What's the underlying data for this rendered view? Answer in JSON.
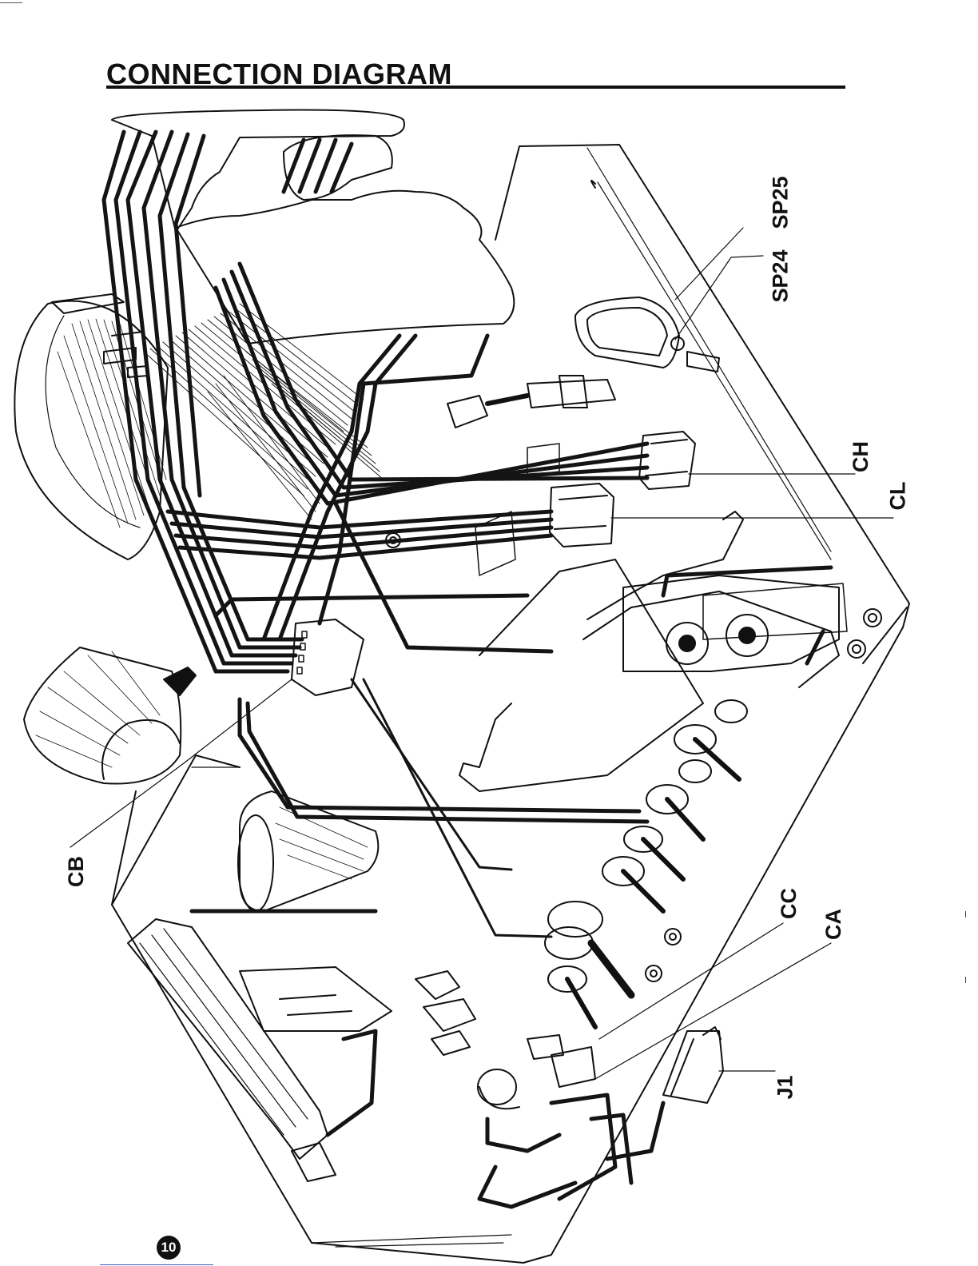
{
  "title": "CONNECTION DIAGRAM",
  "labels": {
    "sp25": "SP25",
    "sp24": "SP24",
    "ch": "CH",
    "cl": "CL",
    "cb": "CB",
    "cc": "CC",
    "ca": "CA",
    "j1": "J1"
  },
  "page_number": "10",
  "colors": {
    "ink": "#111111",
    "page": "#ffffff",
    "wire": "#141414"
  }
}
